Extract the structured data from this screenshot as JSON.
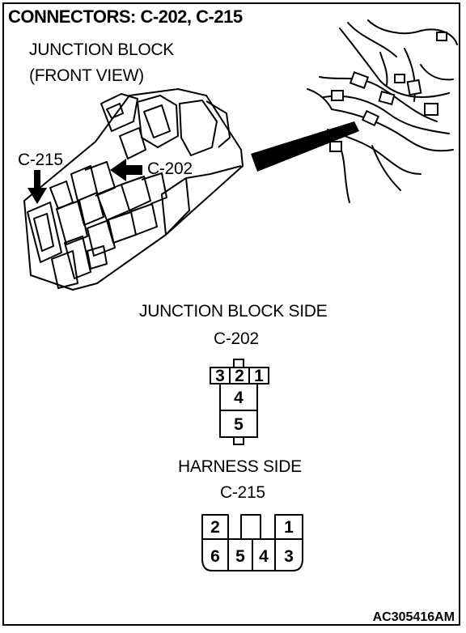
{
  "title": "CONNECTORS: C-202, C-215",
  "junction_block": {
    "line1": "JUNCTION BLOCK",
    "line2": "(FRONT VIEW)",
    "callout_c215": "C-215",
    "callout_c202": "C-202"
  },
  "c202": {
    "side_label": "JUNCTION BLOCK SIDE",
    "name": "C-202",
    "top_row": [
      "3",
      "2",
      "1"
    ],
    "pin_middle": "4",
    "pin_bottom": "5"
  },
  "c215": {
    "side_label": "HARNESS SIDE",
    "name": "C-215",
    "top_row": [
      "2",
      "1"
    ],
    "bottom_row": [
      "6",
      "5",
      "4",
      "3"
    ]
  },
  "figure_code": "AC305416AM"
}
